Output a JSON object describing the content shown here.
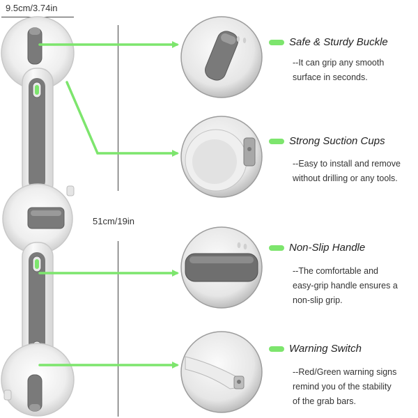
{
  "dimensions": {
    "width_label": "9.5cm/3.74in",
    "length_label": "51cm/19in"
  },
  "features": [
    {
      "title": "Safe & Sturdy Buckle",
      "desc_lines": [
        "--It can grip any smooth",
        "surface in seconds."
      ]
    },
    {
      "title": "Strong Suction Cups",
      "desc_lines": [
        "--Easy to install and remove",
        "without drilling or any tools."
      ]
    },
    {
      "title": "Non-Slip Handle",
      "desc_lines": [
        "--The comfortable and",
        "easy-grip handle ensures a",
        "non-slip grip."
      ]
    },
    {
      "title": "Warning Switch",
      "desc_lines": [
        "--Red/Green warning signs",
        "remind you of the stability",
        "of the grab bars."
      ]
    }
  ],
  "colors": {
    "accent_green": "#7de56d",
    "body_white": "#f4f4f4",
    "grip_gray": "#7a7a7a",
    "outline": "#c8c8c8"
  }
}
